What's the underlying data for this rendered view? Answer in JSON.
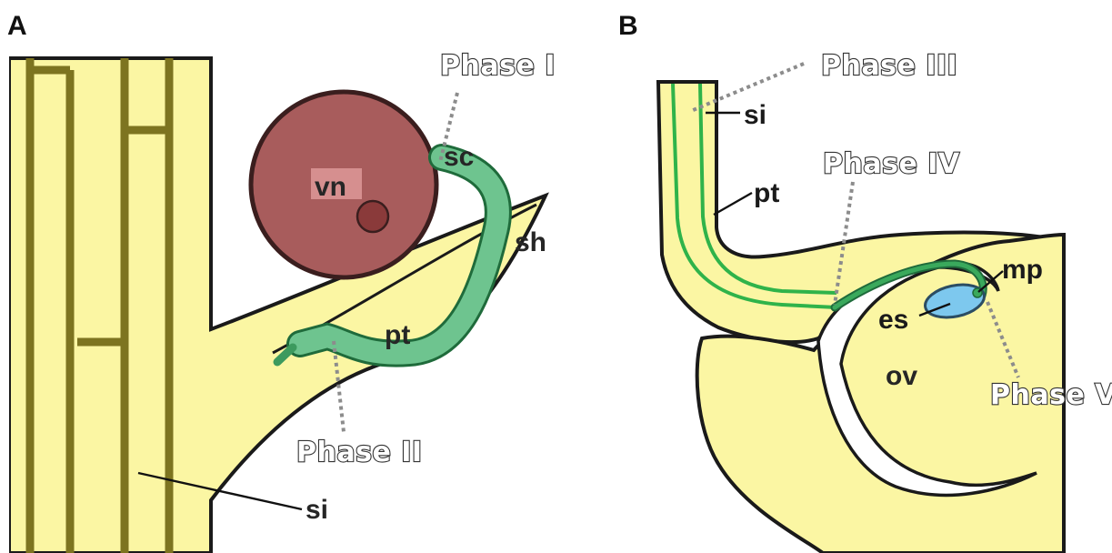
{
  "panels": {
    "a": {
      "letter": "A",
      "phases": {
        "phase1": "Phase I",
        "phase2": "Phase II"
      },
      "labels": {
        "vn": "vn",
        "sc": "sc",
        "sh": "sh",
        "pt": "pt",
        "si": "si"
      }
    },
    "b": {
      "letter": "B",
      "phases": {
        "phase3": "Phase III",
        "phase4": "Phase IV",
        "phase5": "Phase V"
      },
      "labels": {
        "si": "si",
        "pt": "pt",
        "mp": "mp",
        "es": "es",
        "ov": "ov"
      }
    }
  },
  "colors": {
    "tissue": "#fbf6a3",
    "stem_cell_walls": "#7d7420",
    "vegetative_nucleus": "#a85c5c",
    "pollen_tube": "#6ec48f",
    "pollen_tube_line": "#2fb34a",
    "embryo_sac": "#7dc8ee",
    "outline": "#1a1a1a"
  }
}
